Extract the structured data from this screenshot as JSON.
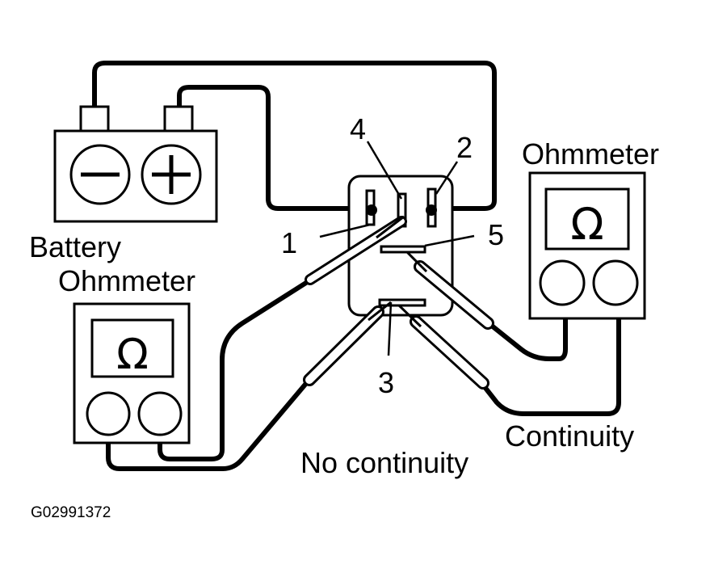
{
  "labels": {
    "battery": "Battery",
    "ohmmeter_left": "Ohmmeter",
    "ohmmeter_right": "Ohmmeter",
    "continuity": "Continuity",
    "no_continuity": "No continuity",
    "figure_code": "G02991372"
  },
  "terminals": {
    "t1": "1",
    "t2": "2",
    "t3": "3",
    "t4": "4",
    "t5": "5"
  },
  "symbols": {
    "minus": "−",
    "plus": "+",
    "ohm": "Ω"
  }
}
